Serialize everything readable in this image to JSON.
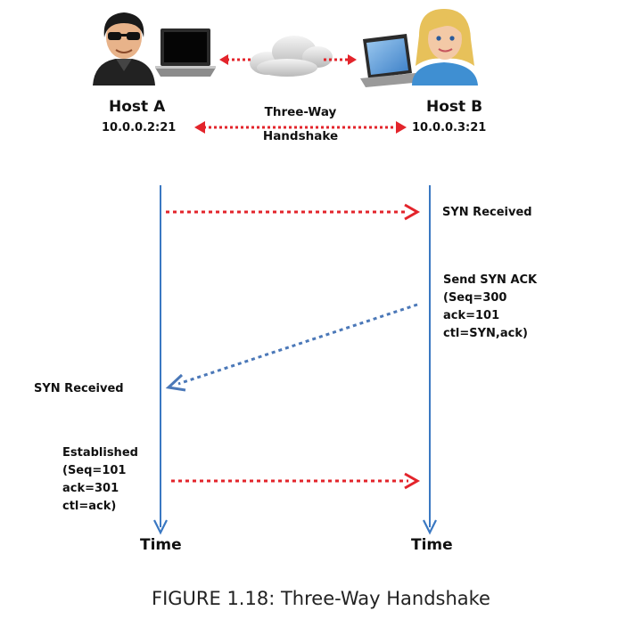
{
  "hosts": {
    "a": {
      "name": "Host A",
      "address": "10.0.0.2:21"
    },
    "b": {
      "name": "Host B",
      "address": "10.0.0.3:21"
    }
  },
  "connection_label": {
    "line1": "Three-Way",
    "line2": "Handshake"
  },
  "events": {
    "b_syn_received": "SYN Received",
    "b_send_syn_ack": [
      "Send SYN ACK",
      "(Seq=300",
      "ack=101",
      "ctl=SYN,ack)"
    ],
    "a_syn_received": "SYN Received",
    "a_established": [
      "Established",
      "(Seq=101",
      "ack=301",
      "ctl=ack)"
    ]
  },
  "timeline": {
    "a_label": "Time",
    "b_label": "Time"
  },
  "caption": "FIGURE 1.18: Three-Way Handshake",
  "colors": {
    "timeline": "#3a78c2",
    "red_arrow": "#e3242b",
    "blue_arrow": "#4b78b8",
    "cloud": "#d9d9d9",
    "text": "#111111"
  },
  "icons": {
    "host_a_user": "hacker-avatar-icon",
    "host_a_device": "laptop-icon",
    "host_b_user": "woman-avatar-icon",
    "host_b_device": "laptop-icon",
    "network": "cloud-icon"
  }
}
